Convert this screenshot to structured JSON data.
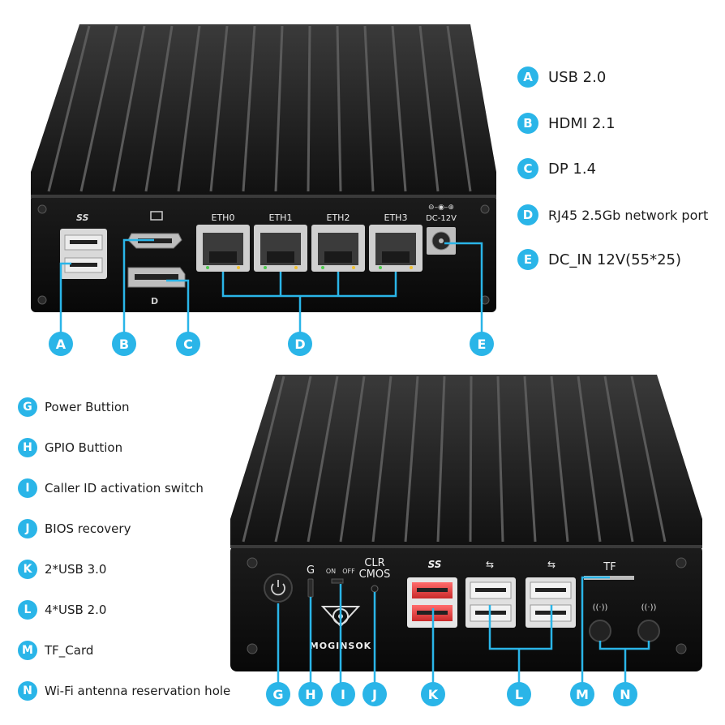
{
  "top_legend": [
    {
      "letter": "A",
      "text": "USB 2.0"
    },
    {
      "letter": "B",
      "text": "HDMI 2.1"
    },
    {
      "letter": "C",
      "text": "DP 1.4"
    },
    {
      "letter": "D",
      "text": "RJ45 2.5Gb network port"
    },
    {
      "letter": "E",
      "text": "DC_IN 12V(55*25)"
    }
  ],
  "bottom_legend": [
    {
      "letter": "G",
      "text": "Power Buttion"
    },
    {
      "letter": "H",
      "text": "GPIO Buttion"
    },
    {
      "letter": "I",
      "text": "Caller ID activation switch"
    },
    {
      "letter": "J",
      "text": "BIOS recovery"
    },
    {
      "letter": "K",
      "text": "2*USB 3.0"
    },
    {
      "letter": "L",
      "text": "4*USB 2.0"
    },
    {
      "letter": "M",
      "text": "TF_Card"
    },
    {
      "letter": "N",
      "text": "Wi-Fi antenna reservation hole"
    }
  ],
  "top_device": {
    "usb_label": "SS",
    "port_labels": [
      "ETH0",
      "ETH1",
      "ETH2",
      "ETH3"
    ],
    "dc_label": "DC-12V",
    "callouts": [
      "A",
      "B",
      "C",
      "D",
      "E"
    ]
  },
  "bottom_device": {
    "g_label": "G",
    "on_label": "ON",
    "off_label": "OFF",
    "clr_label": "CLR",
    "cmos_label": "CMOS",
    "usb3_label": "SS",
    "tf_label": "TF",
    "brand": "MOGINSOK",
    "callouts": [
      "G",
      "H",
      "I",
      "J",
      "K",
      "L",
      "M",
      "N"
    ]
  },
  "colors": {
    "accent": "#2ab5e8",
    "device": "#141414",
    "usb3": "#e03131"
  }
}
